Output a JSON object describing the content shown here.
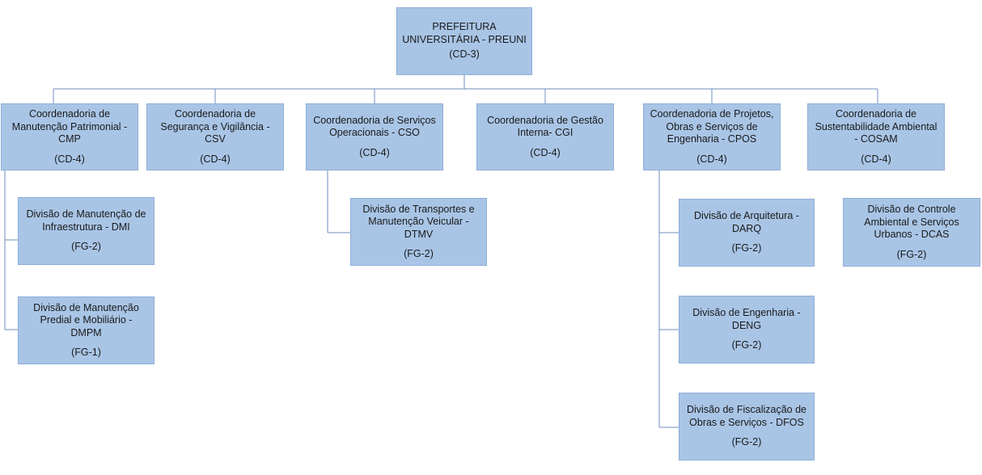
{
  "root": {
    "name": "PREFEITURA\nUNIVERSITÁRIA - PREUNI",
    "code": "(CD-3)"
  },
  "coordinations": [
    {
      "name": "Coordenadoria de\nManutenção Patrimonial -\nCMP",
      "code": "(CD-4)"
    },
    {
      "name": "Coordenadoria de\nSegurança e Vigilância - CSV",
      "code": "(CD-4)"
    },
    {
      "name": "Coordenadoria de Serviços\nOperacionais - CSO",
      "code": "(CD-4)"
    },
    {
      "name": "Coordenadoria de Gestão\nInterna- CGI",
      "code": "(CD-4)"
    },
    {
      "name": "Coordenadoria de Projetos,\nObras e Serviços de\nEngenharia - CPOS",
      "code": "(CD-4)"
    },
    {
      "name": "Coordenadoria de\nSustentabilidade Ambiental\n- COSAM",
      "code": "(CD-4)"
    }
  ],
  "divisions": [
    {
      "name": "Divisão de Manutenção de\nInfraestrutura - DMI",
      "code": "(FG-2)"
    },
    {
      "name": "Divisão de Manutenção\nPredial e Mobiliário -\nDMPM",
      "code": "(FG-1)"
    },
    {
      "name": "Divisão de Transportes e\nManutenção Veicular -\nDTMV",
      "code": "(FG-2)"
    },
    {
      "name": "Divisão de Arquitetura -\nDARQ",
      "code": "(FG-2)"
    },
    {
      "name": "Divisão de Engenharia -\nDENG",
      "code": "(FG-2)"
    },
    {
      "name": "Divisão de Fiscalização de\nObras e Serviços - DFOS",
      "code": "(FG-2)"
    },
    {
      "name": "Divisão de Controle\nAmbiental e Serviços\nUrbanos - DCAS",
      "code": "(FG-2)"
    }
  ],
  "colors": {
    "box_fill": "#a9c5e6",
    "box_border": "#8eaed6",
    "connector": "#6f8fbf"
  }
}
